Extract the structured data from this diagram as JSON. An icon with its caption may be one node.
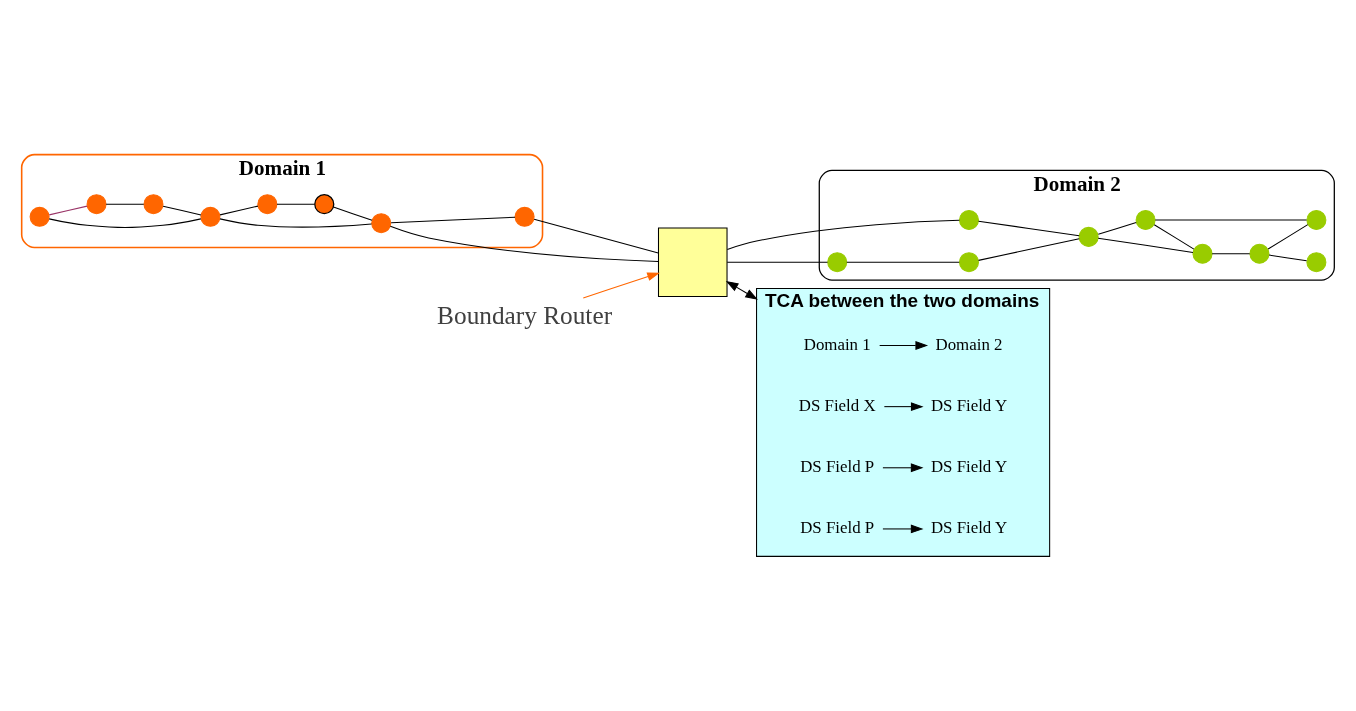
{
  "diagram": {
    "nodes": [
      {
        "text": [
          "Domain 1"
        ]
      },
      {
        "text": [],
        "shape": "circle",
        "in": 0
      },
      {
        "text": [],
        "shape": "circle",
        "in": 0
      },
      {
        "text": [],
        "shape": "circle",
        "in": 0
      },
      {
        "text": [],
        "shape": "circle",
        "in": 0
      },
      {
        "text": [],
        "shape": "circle",
        "in": 0
      },
      {
        "text": [],
        "shape": "circle",
        "in": 0
      },
      {
        "text": [],
        "shape": "circle",
        "in": 0
      },
      {
        "text": [],
        "shape": "circle",
        "in": 0
      },
      {
        "text": [
          "Boundary Router"
        ]
      },
      {
        "text": [],
        "shape": "box"
      },
      {
        "text": [
          "Domain 2"
        ]
      },
      {
        "text": [],
        "shape": "circle",
        "in": 11
      },
      {
        "text": [],
        "shape": "circle",
        "in": 11
      },
      {
        "text": [],
        "shape": "circle",
        "in": 11
      },
      {
        "text": [],
        "shape": "circle",
        "in": 11
      },
      {
        "text": [],
        "shape": "circle",
        "in": 11
      },
      {
        "text": [],
        "shape": "circle",
        "in": 11
      },
      {
        "text": [],
        "shape": "circle",
        "in": 11
      },
      {
        "text": [],
        "shape": "circle",
        "in": 11
      },
      {
        "text": [],
        "shape": "circle",
        "in": 11
      },
      {
        "text": [
          "TCA between the two domains"
        ]
      },
      {
        "text": [
          "Domain 1"
        ],
        "in": 21
      },
      {
        "text": [
          "Domain 2"
        ],
        "in": 21
      },
      {
        "text": [
          "DS Field X"
        ],
        "in": 21
      },
      {
        "text": [
          "DS Field Y"
        ],
        "in": 21
      },
      {
        "text": [
          "DS Field P"
        ],
        "in": 21
      },
      {
        "text": [
          "DS Field Y"
        ],
        "in": 21
      },
      {
        "text": [
          "DS Field P"
        ],
        "in": 21
      },
      {
        "text": [
          "DS Field Y"
        ],
        "in": 21
      }
    ],
    "edges": [
      {
        "from": 1,
        "to": 4,
        "arrow": "none",
        "color": "#993366"
      },
      {
        "from": 1,
        "to": 2,
        "arrow": "none"
      },
      {
        "from": 4,
        "to": 3,
        "arrow": "none"
      },
      {
        "from": 3,
        "to": 2,
        "arrow": "none"
      },
      {
        "from": 2,
        "to": 7,
        "arrow": "none"
      },
      {
        "from": 7,
        "to": 6,
        "arrow": "none"
      },
      {
        "from": 6,
        "to": 5,
        "arrow": "none"
      },
      {
        "from": 2,
        "to": 5,
        "arrow": "none"
      },
      {
        "from": 5,
        "to": 10,
        "arrow": "none"
      },
      {
        "from": 5,
        "to": 8,
        "arrow": "none"
      },
      {
        "from": 8,
        "to": 10,
        "arrow": "none"
      },
      {
        "from": 10,
        "to": 12,
        "arrow": "none"
      },
      {
        "from": 10,
        "to": 13,
        "arrow": "none"
      },
      {
        "from": 12,
        "to": 15,
        "arrow": "none"
      },
      {
        "from": 13,
        "to": 14,
        "arrow": "none"
      },
      {
        "from": 14,
        "to": 15,
        "arrow": "none"
      },
      {
        "from": 15,
        "to": 17,
        "arrow": "none"
      },
      {
        "from": 15,
        "to": 16,
        "arrow": "none"
      },
      {
        "from": 17,
        "to": 19,
        "arrow": "none"
      },
      {
        "from": 17,
        "to": 16,
        "arrow": "none"
      },
      {
        "from": 16,
        "to": 18,
        "arrow": "none"
      },
      {
        "from": 18,
        "to": 19,
        "arrow": "none"
      },
      {
        "from": 18,
        "to": 20,
        "arrow": "none"
      },
      {
        "from": 9,
        "to": 10,
        "arrow": "to",
        "color": "#ff6600"
      },
      {
        "from": 10,
        "to": 21,
        "arrow": "both"
      },
      {
        "from": 22,
        "to": 23,
        "arrow": "to"
      },
      {
        "from": 24,
        "to": 25,
        "arrow": "to"
      },
      {
        "from": 26,
        "to": 27,
        "arrow": "to"
      },
      {
        "from": 28,
        "to": 29,
        "arrow": "to"
      }
    ]
  }
}
